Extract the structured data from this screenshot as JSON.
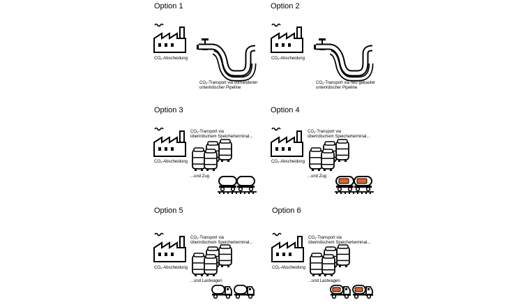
{
  "colors": {
    "ink": "#000000",
    "paper": "#ffffff",
    "accent": "#e2632a"
  },
  "icons": [
    "factory-icon",
    "pipeline-valve-icon",
    "storage-tanks-icon",
    "tank-train-icon",
    "tanker-truck-icon"
  ],
  "options": [
    {
      "title": "Option 1",
      "capture": {
        "pre": "CO",
        "sub": "2",
        "post": "-Abscheidung"
      },
      "transport": {
        "pre": "CO",
        "sub": "2",
        "post": "-Transport via vorhandener",
        "line2": "unterirdischer Pipeline"
      },
      "vehicle": "none",
      "cargo_highlighted": false
    },
    {
      "title": "Option 2",
      "capture": {
        "pre": "CO",
        "sub": "2",
        "post": "-Abscheidung"
      },
      "transport": {
        "pre": "CO",
        "sub": "2",
        "post": "-Transport via neu gebauter",
        "line2": "unterirdischer Pipeline"
      },
      "vehicle": "none",
      "cargo_highlighted": false
    },
    {
      "title": "Option 3",
      "capture": {
        "pre": "CO",
        "sub": "2",
        "post": "-Abscheidung"
      },
      "transport": {
        "pre": "CO",
        "sub": "2",
        "post": "-Transport via",
        "line2": "überirdischem Speicherterminal..."
      },
      "vehicle_label": "...und Zug",
      "vehicle": "train",
      "cargo_highlighted": false
    },
    {
      "title": "Option 4",
      "capture": {
        "pre": "CO",
        "sub": "2",
        "post": "-Abscheidung"
      },
      "transport": {
        "pre": "CO",
        "sub": "2",
        "post": "-Transport via",
        "line2": "überirdischem Speicherterminal..."
      },
      "vehicle_label": "...und Zug",
      "vehicle": "train",
      "cargo_highlighted": true
    },
    {
      "title": "Option 5",
      "capture": {
        "pre": "CO",
        "sub": "2",
        "post": "-Abscheidung"
      },
      "transport": {
        "pre": "CO",
        "sub": "2",
        "post": "-Transport via",
        "line2": "überirdischem Speicherterminal..."
      },
      "vehicle_label": "...und Lastwagen",
      "vehicle": "truck",
      "cargo_highlighted": false
    },
    {
      "title": "Option 6",
      "capture": {
        "pre": "CO",
        "sub": "2",
        "post": "-Abscheidung"
      },
      "transport": {
        "pre": "CO",
        "sub": "2",
        "post": "-Transport via",
        "line2": "überirdischem Speicherterminal..."
      },
      "vehicle_label": "...und Lastwagen",
      "vehicle": "truck",
      "cargo_highlighted": true
    }
  ]
}
